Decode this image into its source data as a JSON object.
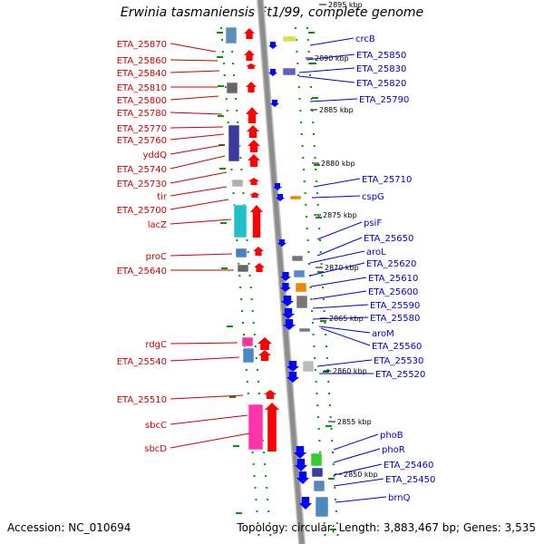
{
  "title": "Erwinia tasmaniensis Et1/99, complete genome",
  "footer": {
    "accession": "Accession: NC_010694",
    "topology": "Topology: circular; Length: 3,883,467 bp; Genes: 3,535"
  },
  "colors": {
    "backbone": "#8c8c8c",
    "left_label": "#cc0000",
    "right_label": "#0000cc",
    "dotted_track": "#009900",
    "forward_gene": "#ff0000",
    "reverse_gene": "#0000ff"
  },
  "kbp_ticks": [
    "2895 kbp",
    "2890 kbp",
    "2885 kbp",
    "2880 kbp",
    "2875 kbp",
    "2870 kbp",
    "2865 kbp",
    "2860 kbp",
    "2855 kbp",
    "2850 kbp"
  ],
  "left_genes": [
    "ETA_25870",
    "ETA_25860",
    "ETA_25840",
    "ETA_25810",
    "ETA_25800",
    "ETA_25780",
    "ETA_25770",
    "ETA_25760",
    "yddQ",
    "ETA_25740",
    "ETA_25730",
    "tir",
    "ETA_25700",
    "lacZ",
    "proC",
    "ETA_25640",
    "rdgC",
    "ETA_25540",
    "ETA_25510",
    "sbcC",
    "sbcD"
  ],
  "right_genes": [
    "crcB",
    "ETA_25850",
    "ETA_25830",
    "ETA_25820",
    "ETA_25790",
    "ETA_25710",
    "cspG",
    "psiF",
    "ETA_25650",
    "aroL",
    "ETA_25620",
    "ETA_25610",
    "ETA_25600",
    "ETA_25590",
    "ETA_25580",
    "aroM",
    "ETA_25560",
    "ETA_25530",
    "ETA_25520",
    "phoB",
    "phoR",
    "ETA_25460",
    "ETA_25450",
    "brnQ"
  ]
}
